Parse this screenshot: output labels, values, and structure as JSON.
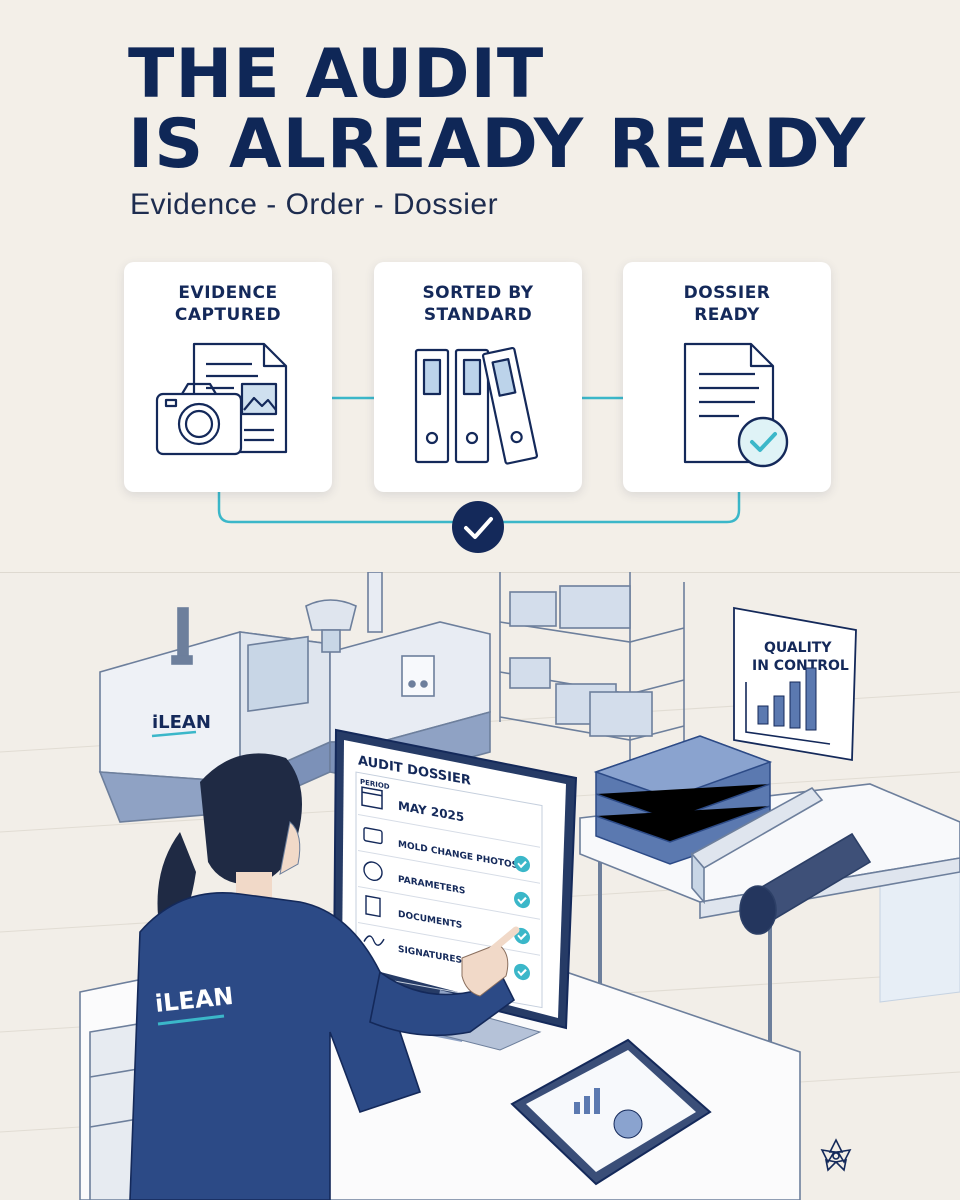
{
  "headline": {
    "line1": "THE AUDIT",
    "line2": "IS ALREADY READY"
  },
  "subtitle": "Evidence - Order - Dossier",
  "steps": [
    {
      "label": "EVIDENCE\nCAPTURED",
      "icon": "camera-document-icon"
    },
    {
      "label": "SORTED BY\nSTANDARD",
      "icon": "binders-icon"
    },
    {
      "label": "DOSSIER\nREADY",
      "icon": "checked-document-icon"
    }
  ],
  "flow_check_icon": "check-circle-icon",
  "scene": {
    "machine_brand": "iLEAN",
    "jacket_brand": "iLEAN",
    "poster": {
      "line1": "QUALITY",
      "line2": "IN CONTROL"
    },
    "monitor": {
      "title": "AUDIT DOSSIER",
      "period_label": "PERIOD",
      "period_value": "MAY 2025",
      "items": [
        {
          "label": "MOLD CHANGE PHOTOS",
          "icon": "camera-icon",
          "checked": true
        },
        {
          "label": "PARAMETERS",
          "icon": "gauge-icon",
          "checked": true
        },
        {
          "label": "DOCUMENTS",
          "icon": "document-icon",
          "checked": true
        },
        {
          "label": "SIGNATURES",
          "icon": "signature-icon",
          "checked": true
        }
      ]
    }
  },
  "colors": {
    "navy": "#14295a",
    "teal": "#3bb7c9",
    "background": "#f3efe8",
    "jacket": "#2c4a86"
  },
  "corner_icon": "flower-logo-icon"
}
